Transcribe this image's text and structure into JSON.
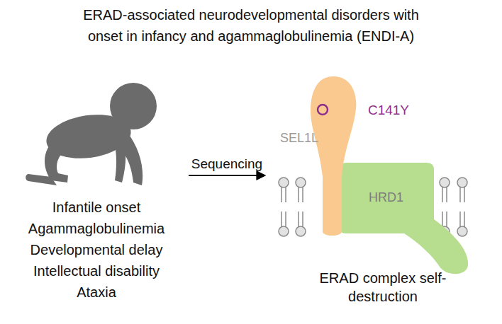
{
  "diagram": {
    "title": "ERAD-associated neurodevelopmental disorders with onset in infancy and agammaglobulinemia (ENDI-A)",
    "nodes": [
      {
        "text": [
          "SEL1L"
        ]
      },
      {
        "text": [
          "HRD1"
        ]
      }
    ],
    "labels": [
      "Infantile onset",
      "Agammaglobulinemia",
      "Developmental delay",
      "Intellectual disability",
      "Ataxia",
      "Sequencing",
      "C141Y",
      "ERAD complex self-destruction"
    ]
  }
}
